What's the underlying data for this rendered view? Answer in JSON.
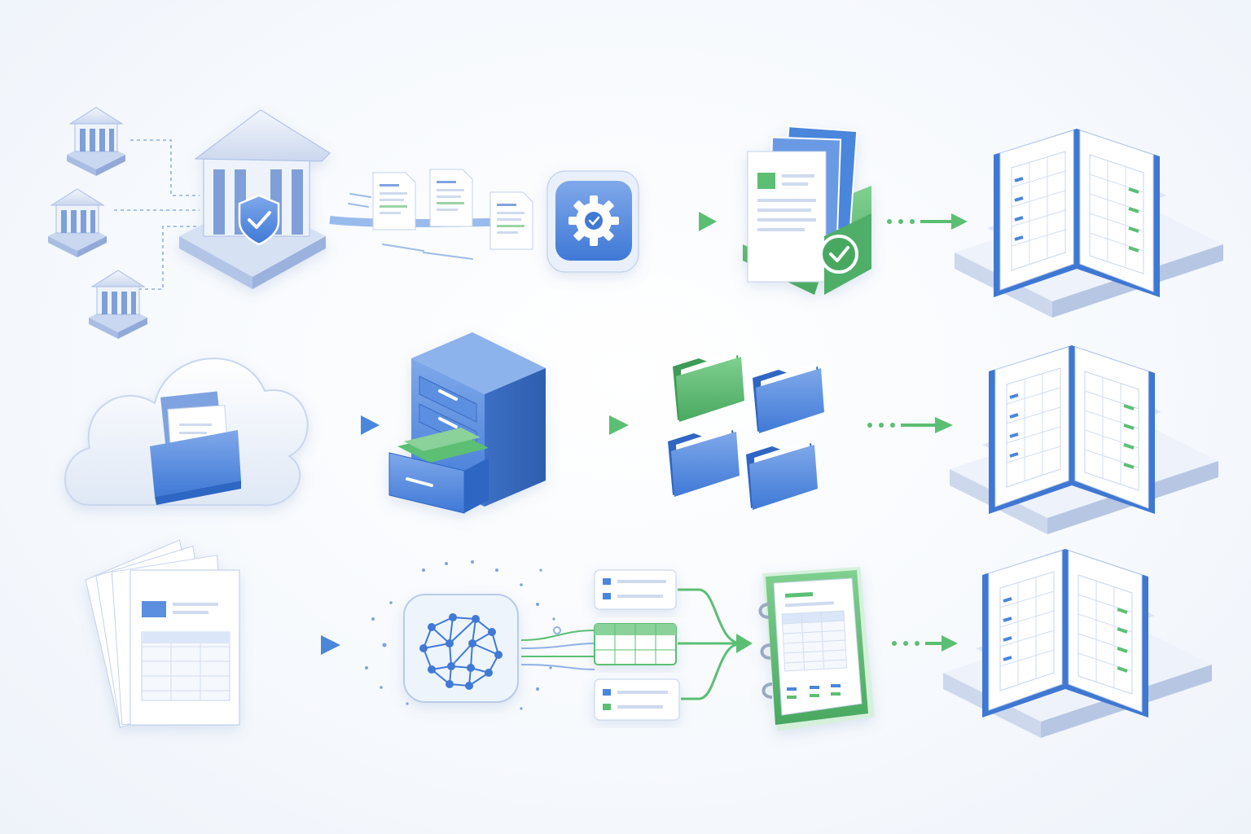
{
  "diagram": {
    "rows": [
      {
        "id": "bank-feeds",
        "source": "bank-building",
        "branches": [
          "bank-branch",
          "bank-branch",
          "bank-branch"
        ],
        "steps": [
          "incoming-documents",
          "processing-gear",
          "verified-document-folder",
          "ledger-book"
        ]
      },
      {
        "id": "cloud-archive",
        "source": "cloud-folder",
        "steps": [
          "filing-cabinet",
          "sorted-folders",
          "ledger-book"
        ]
      },
      {
        "id": "ai-extraction",
        "source": "paper-statements",
        "steps": [
          "neural-network-chip",
          "extracted-records",
          "ring-binder-report",
          "ledger-book"
        ]
      }
    ]
  },
  "icons": {
    "shield": "shield-check-icon",
    "gear": "gear-icon",
    "check": "check-badge-icon",
    "brain": "neural-network-icon"
  },
  "colors": {
    "primary_blue": "#4a86dc",
    "deep_blue": "#2f66c3",
    "light_blue": "#dbe7f8",
    "accent_green": "#5bbf73",
    "light_green": "#d6f0dc",
    "paper": "#ffffff",
    "outline": "#b9cbe6"
  }
}
